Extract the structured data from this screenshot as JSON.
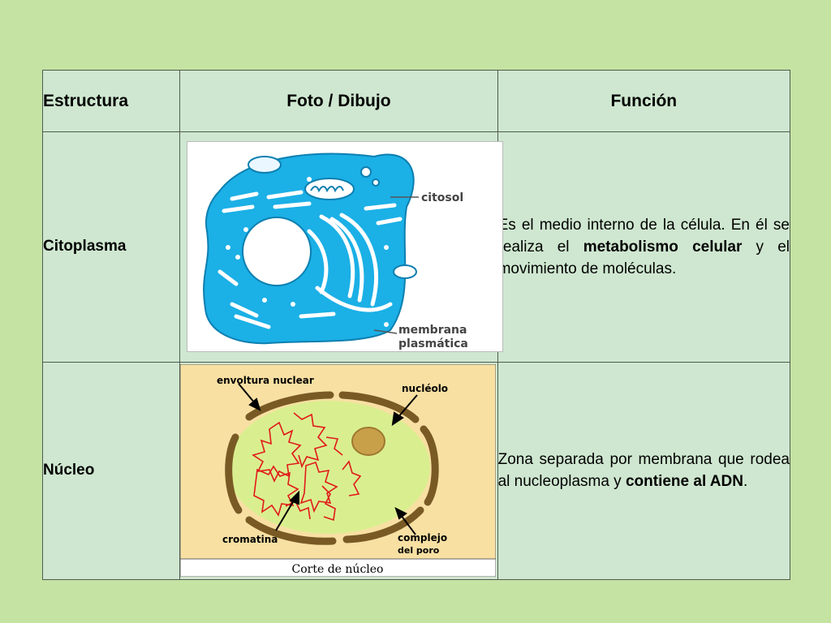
{
  "table": {
    "headers": [
      "Estructura",
      "Foto / Dibujo",
      "Función"
    ],
    "rows": [
      {
        "structure": "Citoplasma",
        "function_parts": [
          "Es el medio interno de la célula. En él se realiza el ",
          "metabolismo celular",
          " y el movimiento de moléculas."
        ],
        "image_labels": {
          "citosol": "citosol",
          "membrana1": "membrana",
          "membrana2": "plasmática"
        }
      },
      {
        "structure": "Núcleo",
        "function_parts": [
          "Zona separada por membrana que rodea al nucleoplasma y ",
          "contiene al ADN",
          "."
        ],
        "image_labels": {
          "envoltura": "envoltura nuclear",
          "nucleolo": "nucléolo",
          "cromatina": "cromatina",
          "poro1": "complejo",
          "poro2": "del poro",
          "caption": "Corte de núcleo"
        }
      }
    ]
  },
  "colors": {
    "background": "#c5e3a3",
    "table_fill": "#cfe7d0",
    "cell_blue": "#1bb0e6",
    "nucleus_bg": "#f8e0a3",
    "nucleoplasm": "#d9ef8f",
    "envelope": "#7a5a24",
    "chromatin": "#e01a1a",
    "nucleolus": "#c8a04a"
  }
}
